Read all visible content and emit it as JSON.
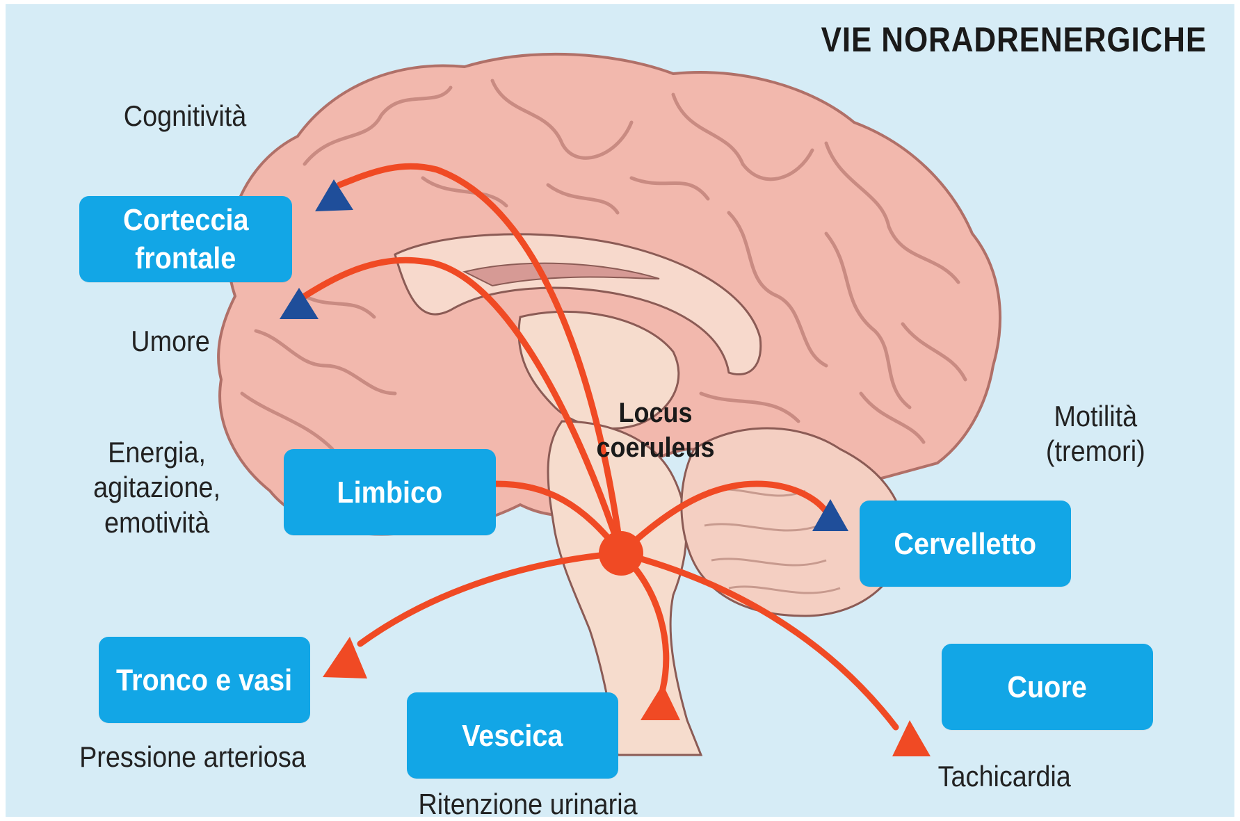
{
  "title": "VIE NORADRENERGICHE",
  "colors": {
    "background": "#d6ecf6",
    "brain": "#f2b8ad",
    "brain_outline": "#b07068",
    "box": "#12a6e6",
    "pathway": "#f04a24",
    "receptor": "#1f4e9a"
  },
  "center": {
    "line1": "Locus",
    "line2": "coeruleus"
  },
  "boxes": {
    "corteccia": {
      "line1": "Corteccia",
      "line2": "frontale"
    },
    "limbico": "Limbico",
    "cervelletto": "Cervelletto",
    "tronco": "Tronco e vasi",
    "vescica": "Vescica",
    "cuore": "Cuore"
  },
  "labels": {
    "cognitivita": "Cognitività",
    "umore": "Umore",
    "energia": {
      "line1": "Energia,",
      "line2": "agitazione,",
      "line3": "emotività"
    },
    "motilita": {
      "line1": "Motilità",
      "line2": "(tremori)"
    },
    "pressione": "Pressione arteriosa",
    "ritenzione": "Ritenzione urinaria",
    "tachicardia": "Tachicardia"
  }
}
